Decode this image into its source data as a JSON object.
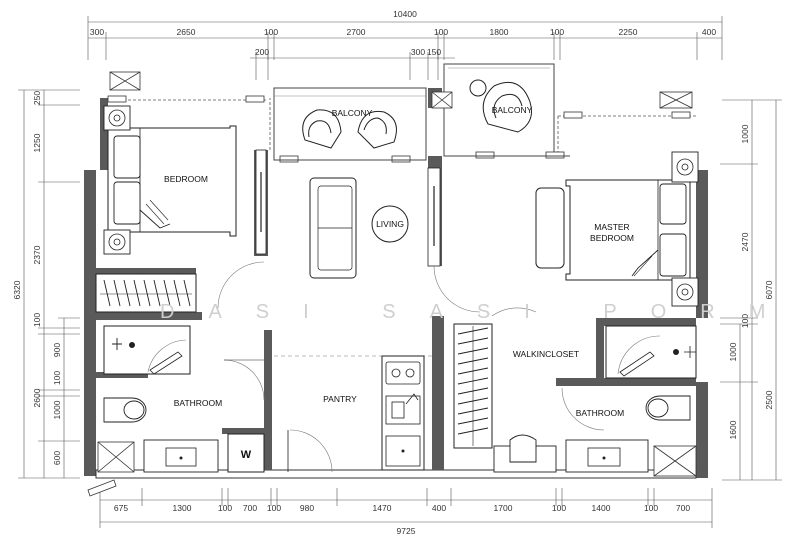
{
  "dimensions": {
    "overall_top": "10400",
    "top_row": [
      "300",
      "2650",
      "100",
      "2700",
      "100",
      "1800",
      "100",
      "2250",
      "400"
    ],
    "top_sub": [
      "200",
      "300",
      "150"
    ],
    "overall_bottom": "9725",
    "bottom_row": [
      "675",
      "1300",
      "100",
      "700",
      "100",
      "980",
      "1470",
      "400",
      "1700",
      "100",
      "1400",
      "100",
      "700"
    ],
    "left_total": "6320",
    "left_row": [
      "250",
      "1250",
      "2370",
      "100",
      "900",
      "100",
      "1000",
      "600"
    ],
    "left_inner": "2600",
    "right_total": "6070",
    "right_row": [
      "1000",
      "2470",
      "100",
      "1000",
      "1600"
    ],
    "right_inner": "2500"
  },
  "rooms": {
    "bedroom": "BEDROOM",
    "balcony_left": "BALCONY",
    "balcony_right": "BALCONY",
    "living": "LIVING",
    "master_line1": "MASTER",
    "master_line2": "BEDROOM",
    "pantry": "PANTRY",
    "walkin": "WALKINCLOSET",
    "bathroom_left": "BATHROOM",
    "bathroom_right": "BATHROOM",
    "washer": "W"
  },
  "watermark": "DASI SASI PORM"
}
